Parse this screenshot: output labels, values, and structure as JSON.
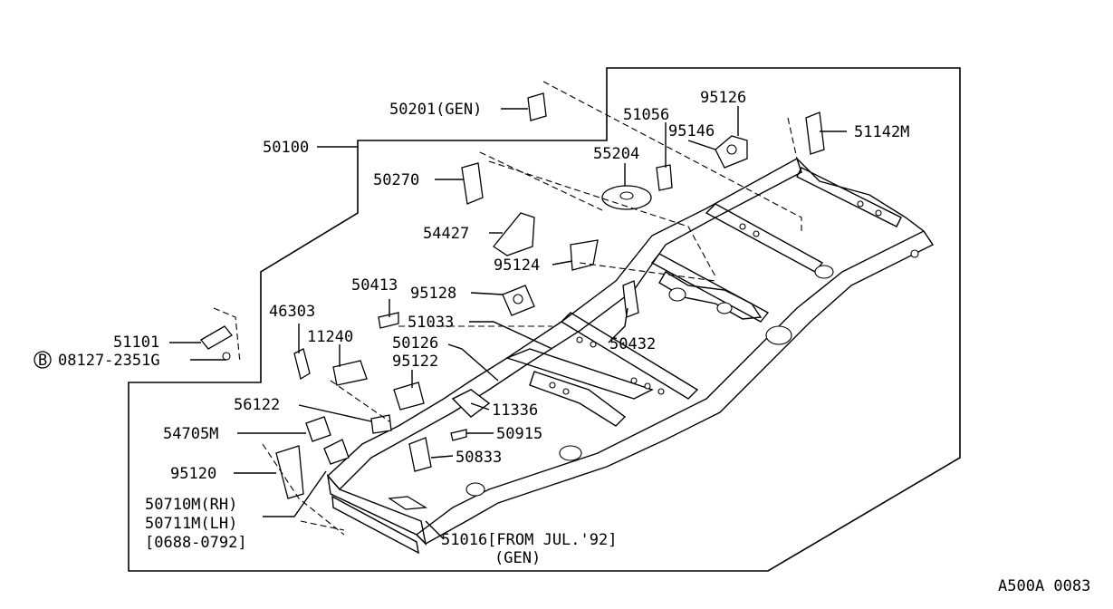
{
  "labels": {
    "p50201": "50201(GEN)",
    "p50100": "50100",
    "p51056": "51056",
    "p95126": "95126",
    "p95146": "95146",
    "p51142M": "51142M",
    "p55204": "55204",
    "p50270": "50270",
    "p54427": "54427",
    "p95124": "95124",
    "p50413": "50413",
    "p95128": "95128",
    "p46303": "46303",
    "p51033": "51033",
    "p51101": "51101",
    "p11240": "11240",
    "p50126": "50126",
    "p50432": "50432",
    "p08127": "08127-2351G",
    "p95122": "95122",
    "p56122": "56122",
    "p11336": "11336",
    "p54705M": "54705M",
    "p50915": "50915",
    "p50833": "50833",
    "p95120": "95120",
    "p50710M": "50710M(RH)",
    "p50711M": "50711M(LH)",
    "p0688": "[0688-0792]",
    "p51016": "51016[FROM JUL.'92]",
    "pGEN": "(GEN)",
    "bolt_badge": "B",
    "code": "A500A 0083"
  }
}
